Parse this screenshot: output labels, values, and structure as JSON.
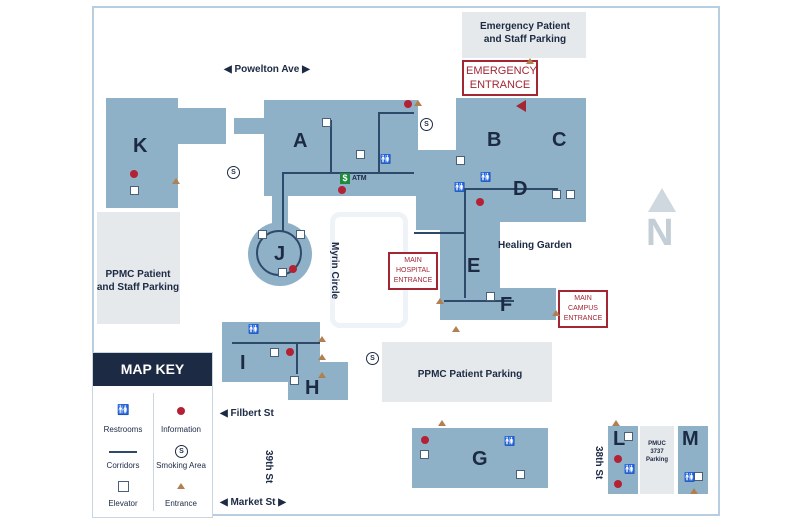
{
  "buildings": {
    "k": "K",
    "a": "A",
    "b": "B",
    "c": "C",
    "d": "D",
    "e": "E",
    "f": "F",
    "j": "J",
    "i": "I",
    "h": "H",
    "g": "G",
    "l": "L",
    "m": "M"
  },
  "streets": {
    "powelton": "Powelton Ave",
    "filbert": "Filbert St",
    "market": "Market St",
    "st39": "39th St",
    "st38": "38th St",
    "myrin": "Myrin Circle"
  },
  "parking": {
    "emergency_line1": "Emergency Patient",
    "emergency_line2": "and Staff Parking",
    "ppmc_left_line1": "PPMC Patient",
    "ppmc_left_line2": "and Staff Parking",
    "ppmc_center": "PPMC Patient Parking",
    "pmuc_line1": "PMUC",
    "pmuc_line2": "3737",
    "pmuc_line3": "Parking"
  },
  "labels": {
    "healing_garden": "Healing Garden",
    "atm": "ATM",
    "atm_symbol": "$",
    "north": "N"
  },
  "entrances": {
    "emergency_line1": "EMERGENCY",
    "emergency_line2": "ENTRANCE",
    "main_hospital_line1": "MAIN",
    "main_hospital_line2": "HOSPITAL",
    "main_hospital_line3": "ENTRANCE",
    "main_campus_line1": "MAIN",
    "main_campus_line2": "CAMPUS",
    "main_campus_line3": "ENTRANCE"
  },
  "key": {
    "title": "MAP KEY",
    "restrooms": "Restrooms",
    "information": "Information",
    "corridors": "Corridors",
    "smoking": "Smoking Area",
    "elevator": "Elevator",
    "entrance": "Entrance",
    "restroom_glyph": "🚻",
    "smoking_glyph": "S"
  },
  "colors": {
    "building": "#8fb1c7",
    "corridor": "#2e4a6b",
    "info": "#b22234",
    "entrance_marker": "#b08050",
    "entrance_box": "#a32635",
    "key_header": "#1c2a44"
  }
}
